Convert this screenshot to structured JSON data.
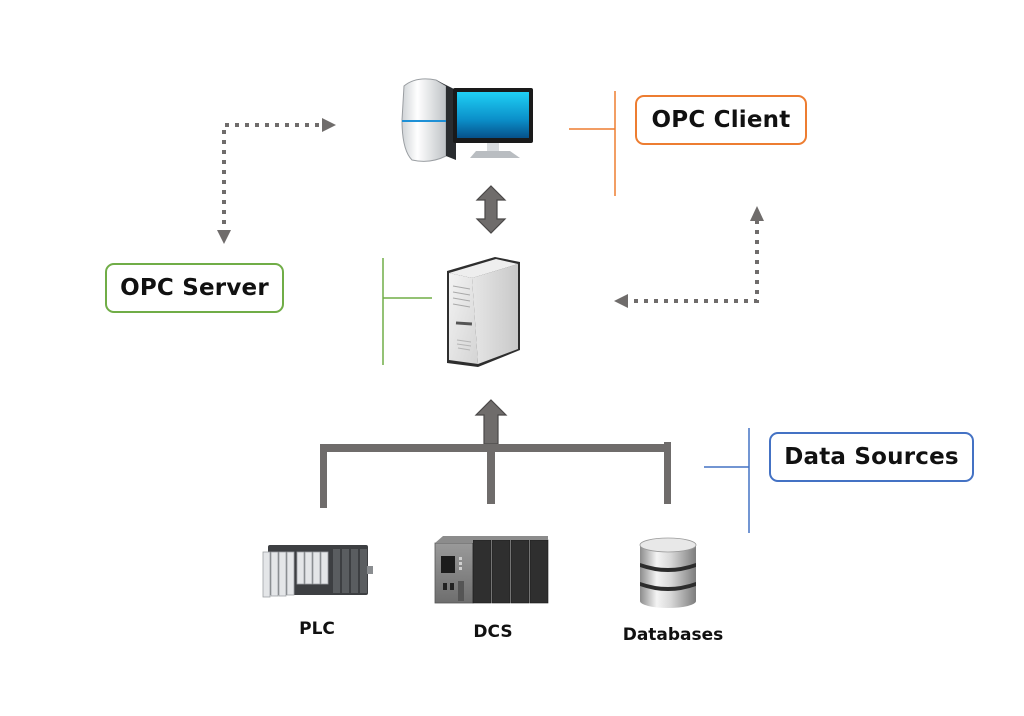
{
  "title": "OPC Architecture",
  "colors": {
    "client": "#ed7d31",
    "server": "#70ad47",
    "sources": "#4472c4",
    "arrow": "#6f6c6b",
    "arrow_stroke": "#4a4848"
  },
  "callouts": {
    "client": {
      "label": "OPC Client",
      "icon": "client-workstation-icon"
    },
    "server": {
      "label": "OPC Server",
      "icon": "server-tower-icon"
    },
    "sources": {
      "label": "Data Sources"
    }
  },
  "sources": [
    {
      "label": "PLC",
      "icon": "plc-rack-icon"
    },
    {
      "label": "DCS",
      "icon": "dcs-controller-icon"
    },
    {
      "label": "Databases",
      "icon": "database-icon"
    }
  ],
  "connections": [
    {
      "from": "OPC Client",
      "to": "OPC Server",
      "style": "solid",
      "direction": "bidirectional"
    },
    {
      "from": "Data Sources",
      "to": "OPC Server",
      "style": "solid",
      "direction": "one-way"
    },
    {
      "from": "OPC Server (left)",
      "to": "OPC Client",
      "style": "dotted",
      "direction": "bidirectional"
    },
    {
      "from": "OPC Client (right)",
      "to": "OPC Server",
      "style": "dotted",
      "direction": "bidirectional"
    }
  ]
}
